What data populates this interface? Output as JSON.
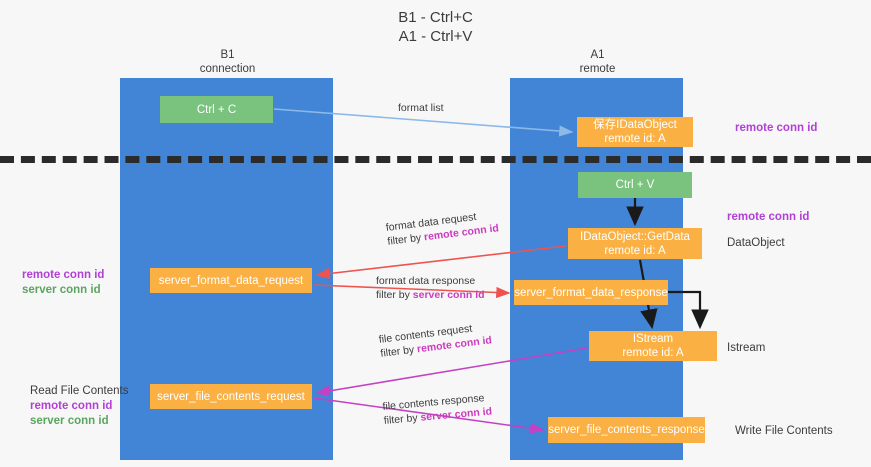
{
  "title": {
    "line1": "B1 - Ctrl+C",
    "line2": "A1 - Ctrl+V"
  },
  "lanes": {
    "b1": {
      "name": "B1",
      "role": "connection"
    },
    "a1": {
      "name": "A1",
      "role": "remote"
    }
  },
  "boxes": {
    "ctrl_c": {
      "line1": "Ctrl + C",
      "line2": ""
    },
    "save_idataobject": {
      "line1": "保存IDataObject",
      "line2": "remote id: A"
    },
    "ctrl_v": {
      "line1": "Ctrl + V",
      "line2": ""
    },
    "getdata": {
      "line1": "IDataObject::GetData",
      "line2": "remote id: A"
    },
    "server_format_data_request": {
      "line1": "server_format_data_request",
      "line2": ""
    },
    "server_format_data_response": {
      "line1": "server_format_data_response",
      "line2": ""
    },
    "istream": {
      "line1": "IStream",
      "line2": "remote id: A"
    },
    "server_file_contents_request": {
      "line1": "server_file_contents_request",
      "line2": ""
    },
    "server_file_contents_response": {
      "line1": "server_file_contents_response",
      "line2": ""
    }
  },
  "side_labels": {
    "right_1": {
      "purple": "remote conn id"
    },
    "right_2": {
      "purple": "remote conn id"
    },
    "right_3": {
      "plain": "DataObject"
    },
    "right_4": {
      "plain": "Istream"
    },
    "right_5": {
      "plain": "Write File Contents"
    },
    "left_1": {
      "purple": "remote conn id",
      "green": "server conn id"
    },
    "left_2": {
      "plain": "Read File Contents",
      "purple": "remote conn id",
      "green": "server conn id"
    }
  },
  "edge_labels": {
    "format_list": {
      "line1": "format list"
    },
    "format_data_request": {
      "line1": "format data request",
      "line2_prefix": "filter by ",
      "line2_hl": "remote conn id"
    },
    "format_data_response": {
      "line1": "format data response",
      "line2_prefix": "filter by ",
      "line2_hl": "server conn id"
    },
    "file_contents_request": {
      "line1": "file contents request",
      "line2_prefix": "filter by ",
      "line2_hl": "remote conn id"
    },
    "file_contents_response": {
      "line1": "file contents response",
      "line2_prefix": "filter by ",
      "line2_hl": "server conn id"
    }
  },
  "colors": {
    "lane_blue": "#4285d6",
    "box_green": "#7ac37e",
    "box_orange": "#fbb043",
    "accent_purple": "#b23fd6",
    "accent_green": "#5aa55f",
    "arrow_lightblue": "#8bb9e8",
    "arrow_red": "#ef5350",
    "arrow_magenta": "#c341c3",
    "arrow_black": "#1a1a1a",
    "divider_black": "#2b2b2b"
  }
}
